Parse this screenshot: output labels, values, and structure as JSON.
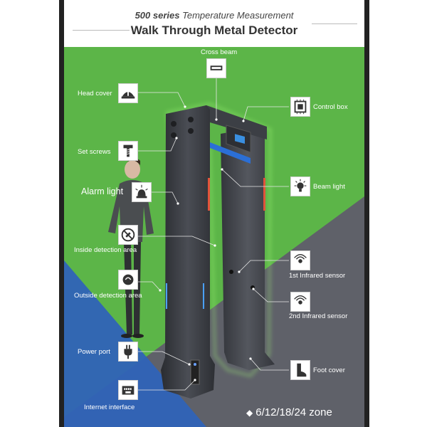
{
  "header": {
    "series": "500 series",
    "subtitle": "Temperature Measurement",
    "title": "Walk Through Metal Detector"
  },
  "labels": {
    "cross_beam": "Cross beam",
    "head_cover": "Head cover",
    "control_box": "Control box",
    "set_screws": "Set screws",
    "beam_light": "Beam light",
    "alarm_light": "Alarm light",
    "inside_detection_area": "Inside detection area",
    "first_infrared_sensor": "1st Infrared sensor",
    "outside_detection_area": "Outside detection area",
    "second_infrared_sensor": "2nd Infrared sensor",
    "power_port": "Power port",
    "foot_cover": "Foot cover",
    "internet_interface": "Internet interface"
  },
  "zones": "6/12/18/24 zone",
  "colors": {
    "green": "#5cb548",
    "blue": "#2f63b8",
    "gray": "#5f6169",
    "detector": "#3a3c42"
  }
}
